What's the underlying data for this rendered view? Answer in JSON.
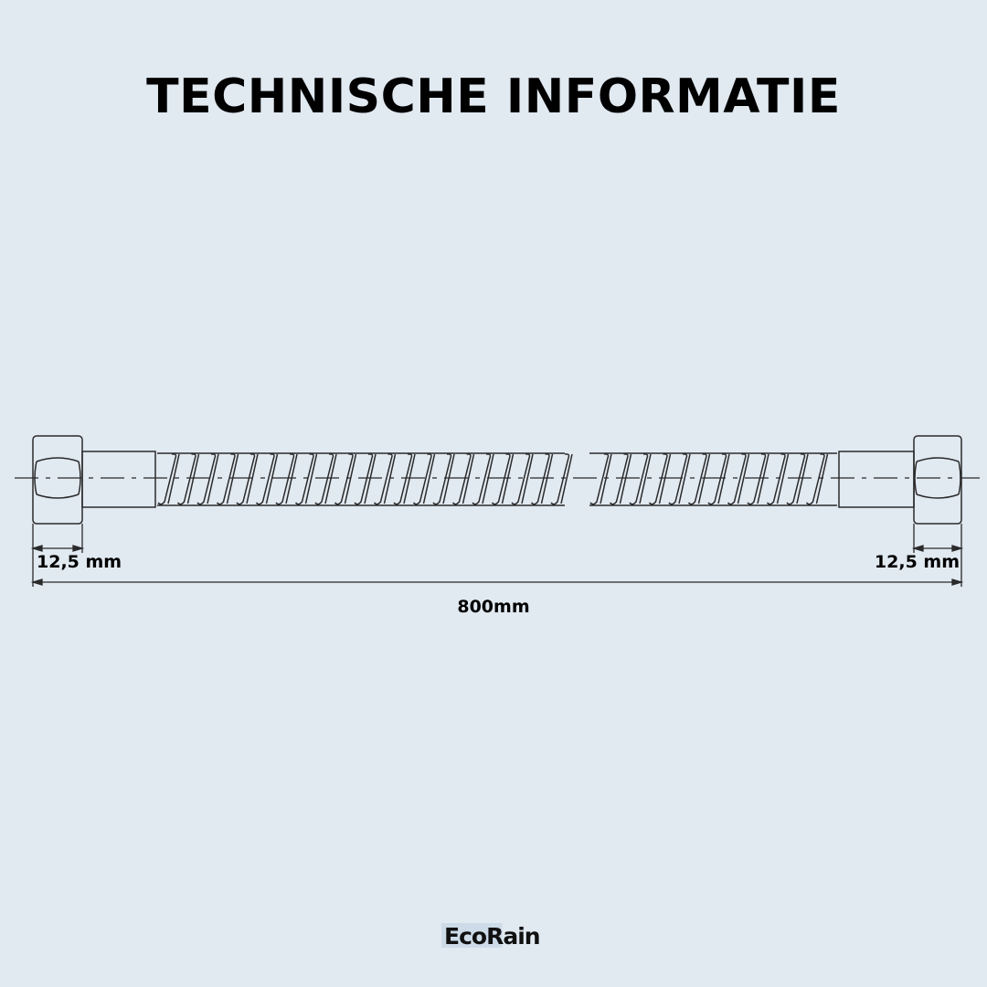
{
  "title": "TECHNISCHE INFORMATIE",
  "dimensions": {
    "left_nut": "12,5 mm",
    "right_nut": "12,5 mm",
    "total_length": "800mm"
  },
  "brand": "EcoRain",
  "colors": {
    "background": "#e1e9f1",
    "line": "#222222"
  }
}
